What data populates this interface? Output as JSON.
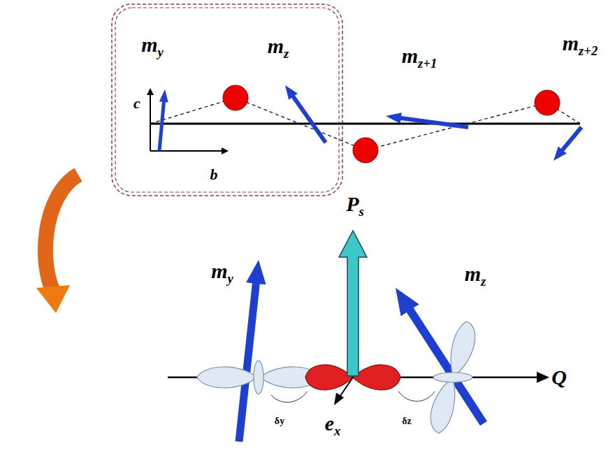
{
  "diagram": {
    "labels": [
      "c",
      "b",
      "my",
      "mz",
      "mz+1",
      "mz+2",
      "Ps",
      "my",
      "mz",
      "Q",
      "ex",
      "δy",
      "δz"
    ]
  }
}
